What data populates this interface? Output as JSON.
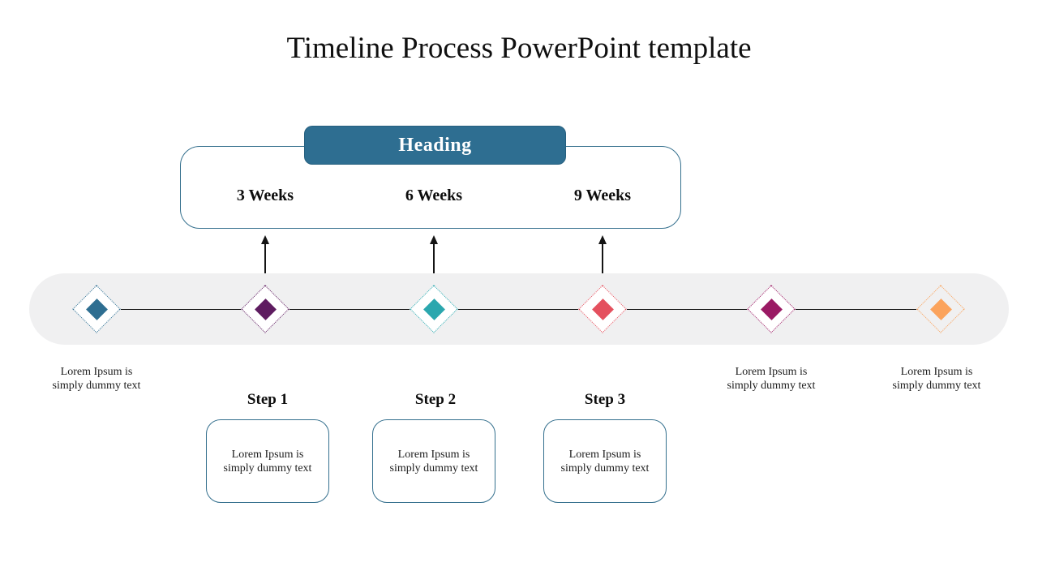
{
  "title": "Timeline Process PowerPoint template",
  "heading": {
    "label": "Heading"
  },
  "weeks": [
    {
      "label": "3 Weeks"
    },
    {
      "label": "6 Weeks"
    },
    {
      "label": "9 Weeks"
    }
  ],
  "timeline": {
    "band_color": "#F0F0F1",
    "line_color": "#141414",
    "markers": [
      {
        "name": "marker-1",
        "color": "#2E6E91",
        "fill": "#ffffff",
        "caption": "Lorem Ipsum is\nsimply dummy text"
      },
      {
        "name": "marker-2",
        "color": "#5E1C60",
        "fill": "#ffffff",
        "caption": ""
      },
      {
        "name": "marker-3",
        "color": "#2BA7AE",
        "fill": "#ffffff",
        "caption": ""
      },
      {
        "name": "marker-4",
        "color": "#E4505E",
        "fill": "#ffffff",
        "caption": ""
      },
      {
        "name": "marker-5",
        "color": "#9A1A64",
        "fill": "#ffffff",
        "caption": "Lorem Ipsum is\nsimply dummy text"
      },
      {
        "name": "marker-6",
        "color": "#FBA35C",
        "fill": "transparent",
        "caption": "Lorem Ipsum is\nsimply dummy text"
      }
    ]
  },
  "steps": [
    {
      "label": "Step 1",
      "text": "Lorem Ipsum is\nsimply dummy text"
    },
    {
      "label": "Step 2",
      "text": "Lorem Ipsum is\nsimply dummy text"
    },
    {
      "label": "Step 3",
      "text": "Lorem Ipsum is\nsimply dummy text"
    }
  ],
  "colors": {
    "accent": "#2E6E91",
    "panel_border": "#35708E",
    "text": "#1c1c1c"
  }
}
